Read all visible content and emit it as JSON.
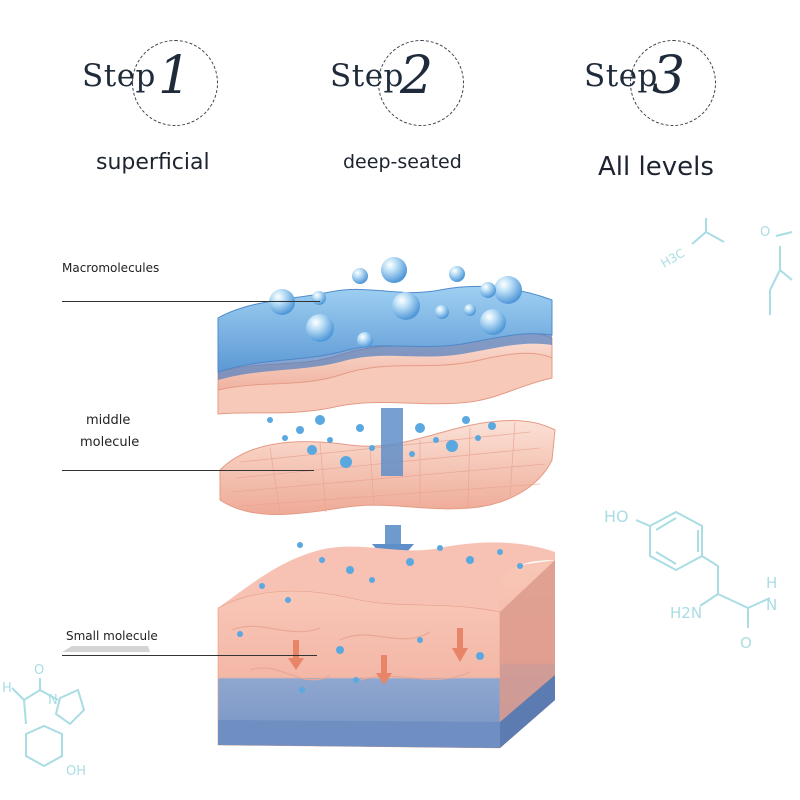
{
  "steps": [
    {
      "word": "Step",
      "number": "1",
      "level": "superficial"
    },
    {
      "word": "Step",
      "number": "2",
      "level": "deep-seated"
    },
    {
      "word": "Step",
      "number": "3",
      "level": "All levels"
    }
  ],
  "labels": {
    "macromolecules": "Macromolecules",
    "middle_line1": "middle",
    "middle_line2": "molecule",
    "small_molecule": "Small molecule"
  },
  "chem": {
    "h3c_top_right": "H3C",
    "o_top": "O",
    "ho_right": "HO",
    "h2n_right": "H2N",
    "n_right": "N",
    "h_right": "H",
    "o_right": "O",
    "oh_left": "OH",
    "n_left": "N",
    "h_left": "H",
    "o_left": "O"
  },
  "colors": {
    "blue_layer": "#7fb8e6",
    "pink_layer": "#f4c3b4",
    "deep_blue": "#7d9ecb",
    "arrow_blue": "#5f8fc9",
    "arrow_red": "#e88468",
    "chem_line": "#a9dde3"
  }
}
